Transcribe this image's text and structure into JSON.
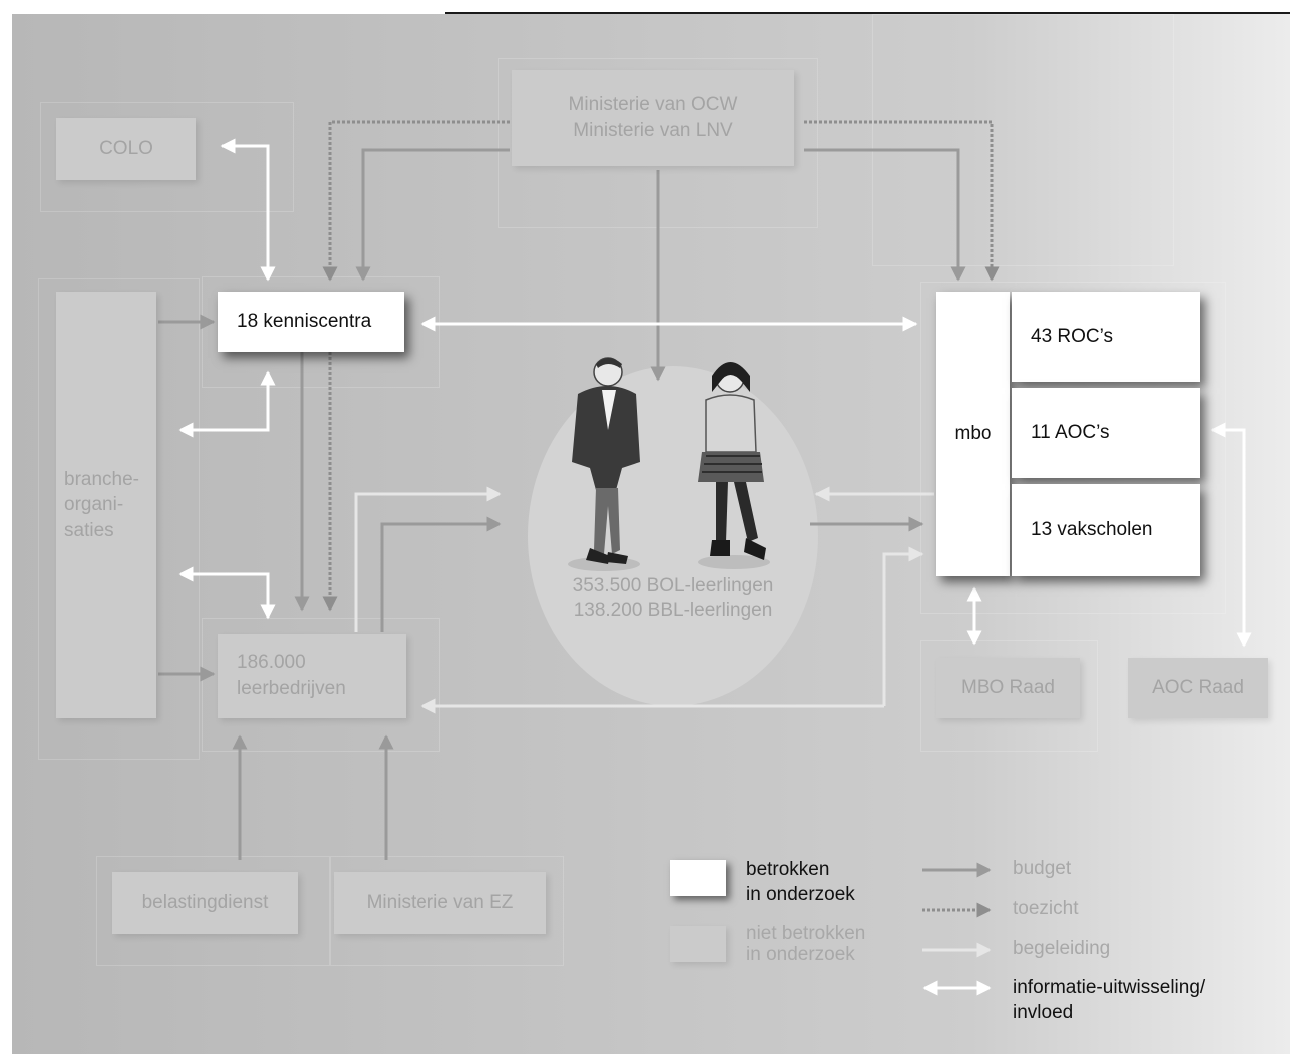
{
  "nodes": {
    "colo": "COLO",
    "ministry_ocw": "Ministerie van OCW",
    "ministry_lnv": "Ministerie van LNV",
    "kenniscentra": "18 kenniscentra",
    "branche": [
      "branche-",
      "organi-",
      "saties"
    ],
    "leerbedrijven": [
      "186.000",
      "leerbedrijven"
    ],
    "mbo": "mbo",
    "roc": "43 ROC’s",
    "aoc": "11 AOC’s",
    "vakscholen": "13 vakscholen",
    "mbo_raad": "MBO Raad",
    "aoc_raad": "AOC Raad",
    "belastingdienst": "belastingdienst",
    "ministry_ez": "Ministerie van EZ",
    "students": [
      "353.500 BOL-leerlingen",
      "138.200 BBL-leerlingen"
    ]
  },
  "legend": {
    "involved": [
      "betrokken",
      "in onderzoek"
    ],
    "not_involved": [
      "niet betrokken",
      "in onderzoek"
    ],
    "budget": "budget",
    "toezicht": "toezicht",
    "begeleiding": "begeleiding",
    "info": [
      "informatie-uitwisseling/",
      "invloed"
    ]
  },
  "colors": {
    "budget_arrow": "#9a9a9a",
    "toezicht_arrow": "#8e8e8e",
    "begeleiding_arrow": "#e6e6e6",
    "info_arrow": "#ffffff",
    "involved_box": "#ffffff",
    "not_involved_box": "#cbcbcb"
  }
}
